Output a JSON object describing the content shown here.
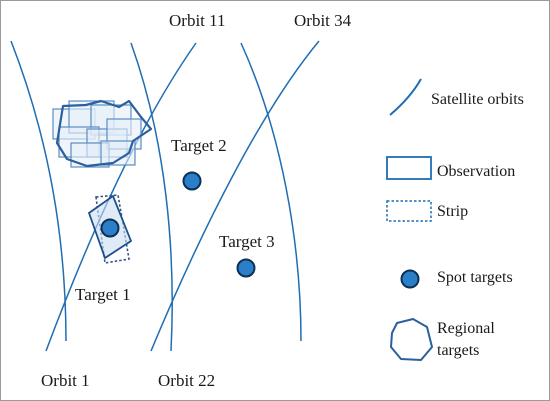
{
  "orbits": {
    "orbit_1": "Orbit 1",
    "orbit_11": "Orbit 11",
    "orbit_22": "Orbit 22",
    "orbit_34": "Orbit 34"
  },
  "targets": {
    "target_1": "Target 1",
    "target_2": "Target 2",
    "target_3": "Target 3"
  },
  "legend": {
    "satellite_orbits": "Satellite orbits",
    "observation": "Observation",
    "strip": "Strip",
    "spot_targets": "Spot targets",
    "regional_targets_line1": "Regional",
    "regional_targets_line2": "targets"
  },
  "colors": {
    "orbit_line": "#1f6db3",
    "spot_fill": "#2b7fc8",
    "spot_stroke": "#0d2f55",
    "region_stroke": "#2b5f9e",
    "observation_fill": "#d6e6f5",
    "border": "#9a9a9a"
  }
}
